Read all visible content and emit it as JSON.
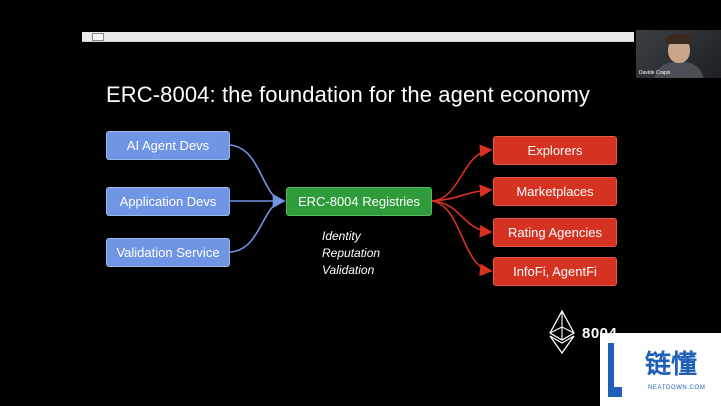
{
  "slide": {
    "title": "ERC-8004: the foundation for the agent economy",
    "inputs": [
      "AI Agent Devs",
      "Application Devs",
      "Validation Service"
    ],
    "center": "ERC-8004 Registries",
    "facets": [
      "Identity",
      "Reputation",
      "Validation"
    ],
    "outputs": [
      "Explorers",
      "Marketplaces",
      "Rating Agencies",
      "InfoFi, AgentFi"
    ],
    "logo_label": "8004"
  },
  "video": {
    "participant_name": "Davide Crapis"
  },
  "watermark": {
    "cn": "链懂",
    "en": "NEATDOWN.COM"
  },
  "colors": {
    "input_box": "#6f95e4",
    "center_box": "#2e9c3a",
    "output_box": "#d63222",
    "arrow_blue": "#6f95e4",
    "arrow_red": "#d63222"
  }
}
